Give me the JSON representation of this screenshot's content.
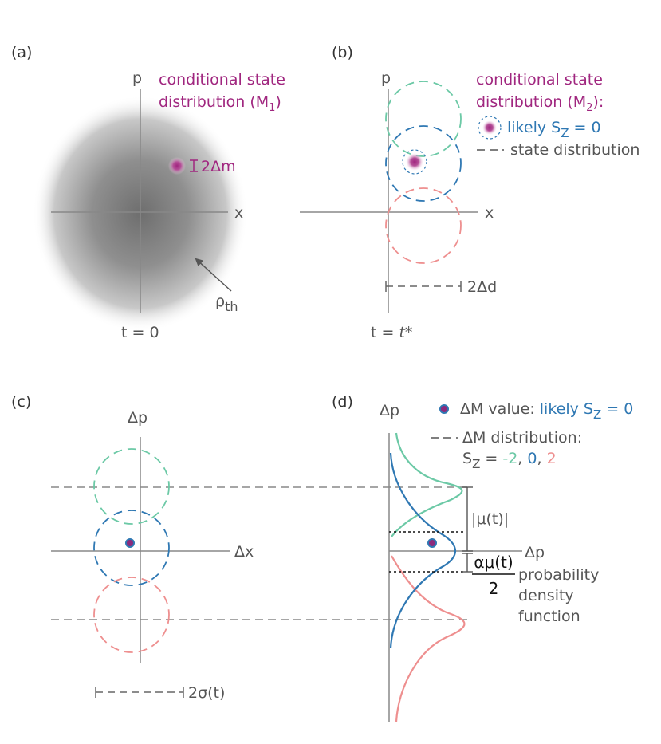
{
  "panels": {
    "a": {
      "label": "(a)",
      "axis_p": "p",
      "axis_x": "x",
      "legend_line1": "conditional state",
      "legend_line2": "distribution (M",
      "legend_line2_sub": "1",
      "legend_line2_end": ")",
      "width_label": "2Δm",
      "rho": "ρ",
      "rho_sub": "th",
      "time": "t = 0"
    },
    "b": {
      "label": "(b)",
      "axis_p": "p",
      "axis_x": "x",
      "legend_line1": "conditional state",
      "legend_line2": "distribution (M",
      "legend_line2_sub": "2",
      "legend_line2_end": "):",
      "likely": "likely S",
      "likely_sub": "Z",
      "likely_end": " = 0",
      "state_dist": "state distribution",
      "width_label": "2Δd",
      "time": "t = ",
      "time_star": "t*"
    },
    "c": {
      "label": "(c)",
      "axis_p": "Δp",
      "axis_x": "Δx",
      "width_label": "2σ(t)"
    },
    "d": {
      "label": "(d)",
      "axis_p": "Δp",
      "value_label": "ΔM value: ",
      "likely": "likely S",
      "likely_sub": "Z",
      "likely_end": " = 0",
      "dist_label": "ΔM distribution:",
      "sz": "S",
      "sz_sub": "Z",
      "sz_eq": " = ",
      "sz_m2": "-2",
      "comma1": ", ",
      "sz_0": "0",
      "comma2": ", ",
      "sz_2": "2",
      "mu_label": "|μ(t)|",
      "alpha_num": "αμ(t)",
      "alpha_den": "2",
      "pdf_axis": "Δp",
      "pdf_line1": "probability",
      "pdf_line2": "density",
      "pdf_line3": "function"
    }
  },
  "colors": {
    "teal": "#6cc9a6",
    "blue": "#2f78b3",
    "pink": "#ee8f8f",
    "magenta": "#a0267f",
    "axis": "#888888",
    "text": "#555555"
  }
}
